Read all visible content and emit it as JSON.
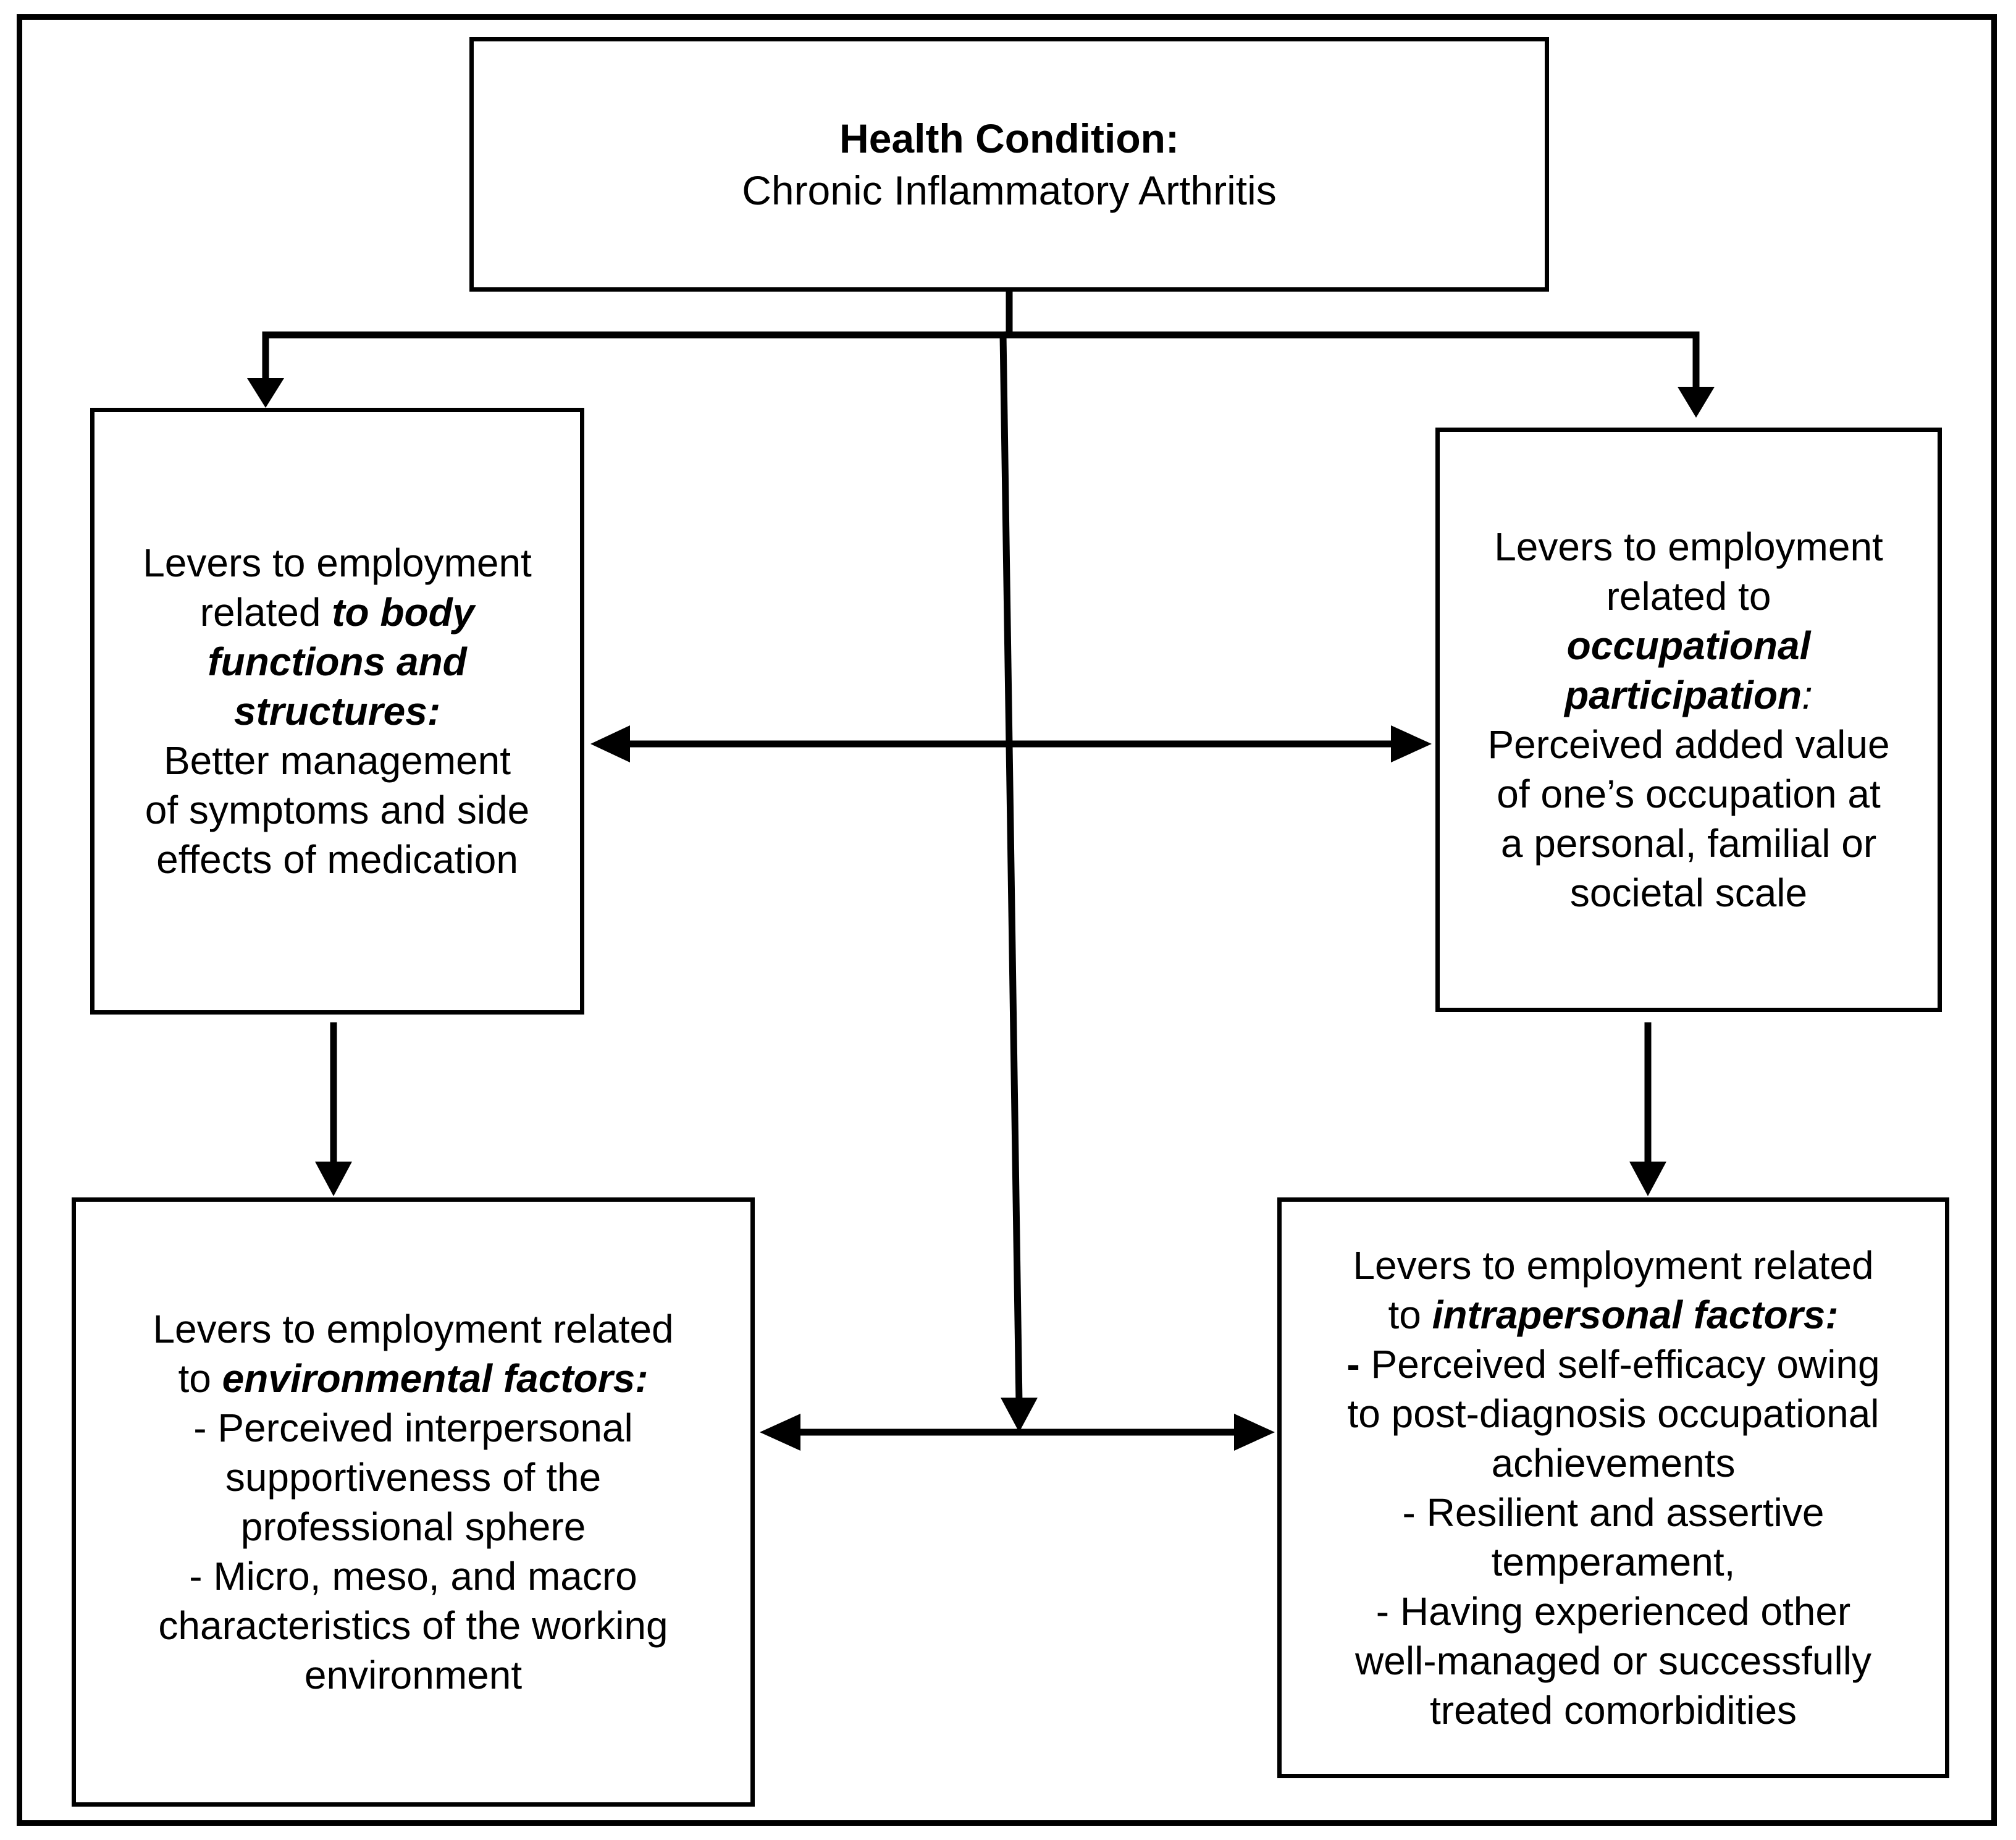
{
  "health": {
    "title": "Health Condition:",
    "subtitle": "Chronic Inflammatory Arthritis"
  },
  "body_functions": {
    "line1": "Levers to employment",
    "line2_plain": "related ",
    "line2_emph": "to body",
    "line3": "functions and",
    "line4": "structures:",
    "line5": "Better management",
    "line6": "of symptoms and side",
    "line7": "effects of medication"
  },
  "occupational": {
    "line1": "Levers to employment",
    "line2": "related to",
    "line3": "occupational",
    "line4_emph": "participation",
    "line4_tail": ":",
    "line5": "Perceived added value",
    "line6": "of one’s occupation at",
    "line7": "a personal, familial or",
    "line8": "societal scale"
  },
  "environmental": {
    "line1": "Levers to employment related",
    "line2_plain": "to ",
    "line2_emph": "environmental factors:",
    "line3": "- Perceived interpersonal",
    "line4": "supportiveness of the",
    "line5": "professional sphere",
    "line6": "- Micro, meso, and macro",
    "line7": "characteristics of the working",
    "line8": "environment"
  },
  "intrapersonal": {
    "line1": "Levers to employment related",
    "line2_plain": "to ",
    "line2_emph": "intrapersonal factors:",
    "line3_dash": "-",
    "line3": " Perceived self-efficacy owing",
    "line4": "to post-diagnosis occupational",
    "line5": "achievements",
    "line6": "- Resilient and assertive",
    "line7": "temperament,",
    "line8": "- Having experienced other",
    "line9": "well-managed or successfully",
    "line10": "treated comorbidities"
  }
}
